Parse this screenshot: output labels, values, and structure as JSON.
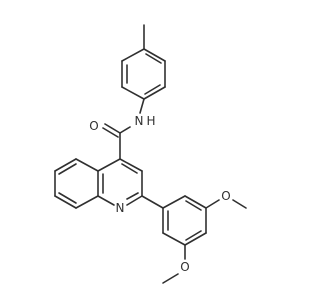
{
  "molecule": {
    "atoms": {
      "amide_oxygen": "O",
      "amide_nitrogen": "N",
      "amide_hydrogen": "H",
      "quinoline_nitrogen": "N",
      "methoxy_oxygen_3": "O",
      "methoxy_oxygen_4": "O"
    }
  },
  "colors": {
    "bond": "#303030",
    "oxygen": "#e00000",
    "nitrogen": "#2020d0",
    "background": "#ffffff"
  }
}
